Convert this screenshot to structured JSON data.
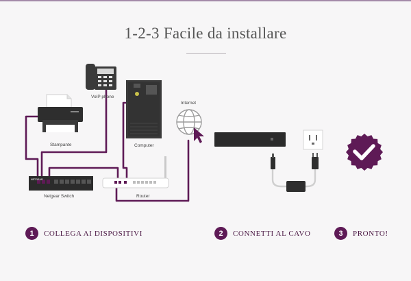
{
  "title": "1-2-3  Facile da installare",
  "labels": {
    "voip_phone": "VoIP phone",
    "internet": "Internet",
    "stampante": "Stampante",
    "computer": "Computer",
    "netgear_switch": "Netgear Switch",
    "router": "Router",
    "switch_brand": "NETGEAR"
  },
  "steps": [
    {
      "num": "1",
      "label": "COLLEGA AI DISPOSITIVI"
    },
    {
      "num": "2",
      "label": "CONNETTI AL CAVO"
    },
    {
      "num": "3",
      "label": "PRONTO!"
    }
  ],
  "colors": {
    "accent": "#5e1a56",
    "cable": "#5e1a56",
    "device_dark": "#2b2b2b",
    "background": "#f7f6f7"
  },
  "icons": [
    "voip-phone-icon",
    "printer-icon",
    "computer-tower-icon",
    "globe-icon",
    "cursor-icon",
    "switch-icon",
    "router-icon",
    "switch-device-icon",
    "power-outlet-icon",
    "power-adapter-icon",
    "checkmark-badge-icon"
  ]
}
